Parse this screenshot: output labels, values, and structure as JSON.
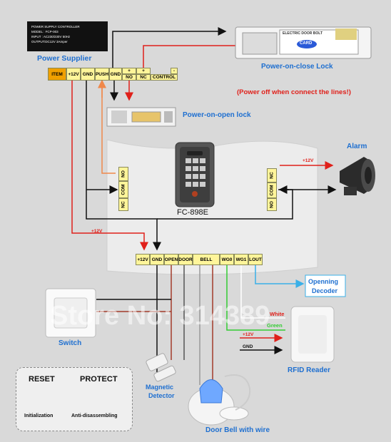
{
  "psu_label": {
    "line1": "POWER SUPPLY CONTROLLER",
    "line2": "MODEL : FCP-003",
    "line3": "INPUT : AC230/230V  50Hz",
    "line4": "OUTPUT:DC12V  3Amper"
  },
  "labels": {
    "power_supplier": "Power Supplier",
    "power_on_close_lock": "Power-on-close Lock",
    "power_off_note": "(Power off when connect the lines!)",
    "power_on_open_lock": "Power-on-open  lock",
    "alarm": "Alarm",
    "model": "FC-898E",
    "opening_decoder_1": "Openning",
    "opening_decoder_2": "Decoder",
    "switch": "Switch",
    "magnetic_detector_1": "Magnetic",
    "magnetic_detector_2": "Detector",
    "door_bell": "Door Bell with wire",
    "rfid_reader": "RFID Reader",
    "white": "White",
    "green": "Green",
    "plus12v_a": "+12V",
    "plus12v_b": "+12V",
    "plus12v_c": "+12V",
    "gnd": "GND",
    "reset": "RESET",
    "protect": "PROTECT",
    "initialization": "Initialization",
    "anti_disassembling": "Anti-disassembling",
    "watermark": "Store No: 314389"
  },
  "lock_label": {
    "line1": "ELECTRIC DOOR BOLT",
    "brand": "CARD"
  },
  "psu_terminals": [
    "ITEM",
    "+12V",
    "GND",
    "PUSH",
    "GND",
    "+",
    "NO",
    "+",
    "NC",
    "CONTROL",
    "-"
  ],
  "left_relay": [
    "NO",
    "COM",
    "NC"
  ],
  "right_relay": [
    "NC",
    "COM",
    "NO"
  ],
  "bottom_terminals": [
    "+12V",
    "GND",
    "OPEN",
    "DOOR",
    "BELL",
    "WG0",
    "WG1",
    "LOUT"
  ],
  "colors": {
    "red_wire": "#e0201a",
    "orange_wire": "#f0884a",
    "black_wire": "#111111",
    "blue_text": "#1e6fd0",
    "green_wire": "#33cc33",
    "cyan_wire": "#3ab0e8",
    "terminal": "#fff59a"
  }
}
